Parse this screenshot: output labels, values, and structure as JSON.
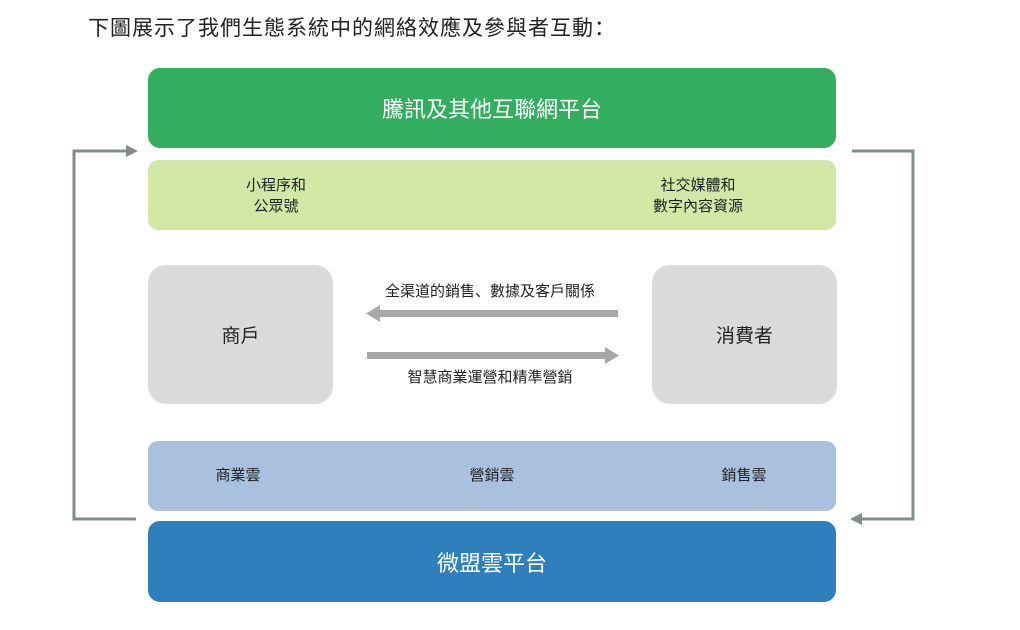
{
  "title": "下圖展示了我們生態系統中的網絡效應及參與者互動：",
  "top_platform": {
    "label": "騰訊及其他互聯網平台",
    "color": "#33ad5e"
  },
  "green_band": {
    "color": "#d1e8a6",
    "items": [
      {
        "line1": "小程序和",
        "line2": "公眾號"
      },
      {
        "line1": "社交媒體和",
        "line2": "數字內容資源"
      }
    ]
  },
  "participants": {
    "merchant": "商戶",
    "consumer": "消費者",
    "color": "#dadada"
  },
  "flows": {
    "to_merchant": {
      "label": "全渠道的銷售、數據及客戶關係",
      "direction": "left"
    },
    "to_consumer": {
      "label": "智慧商業運營和精準營銷",
      "direction": "right"
    },
    "arrow_color": "#a8a8a8"
  },
  "blue_band": {
    "color": "#a9c1df",
    "items": [
      "商業雲",
      "營銷雲",
      "銷售雲"
    ]
  },
  "bottom_platform": {
    "label": "微盟雲平台",
    "color": "#2f7fbc"
  },
  "loop_connector_color": "#7f8c88"
}
